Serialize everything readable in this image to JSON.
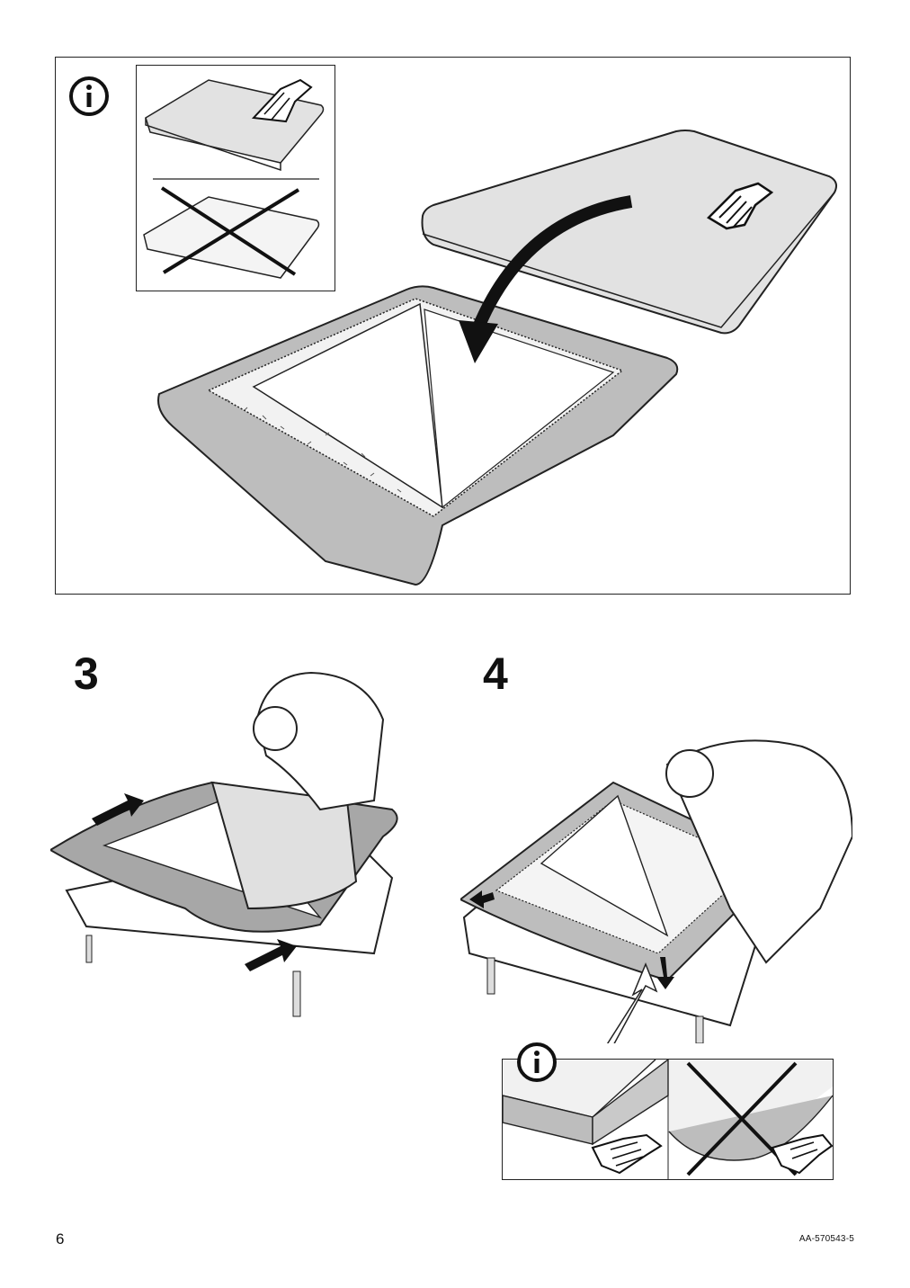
{
  "steps": {
    "step3": "3",
    "step4": "4"
  },
  "footer": {
    "page_number": "6",
    "doc_code": "AA-570543-5"
  },
  "icons": {
    "info_top": "info-icon",
    "info_bottom": "info-icon",
    "hand_pointing": "pointing-hand-icon"
  }
}
